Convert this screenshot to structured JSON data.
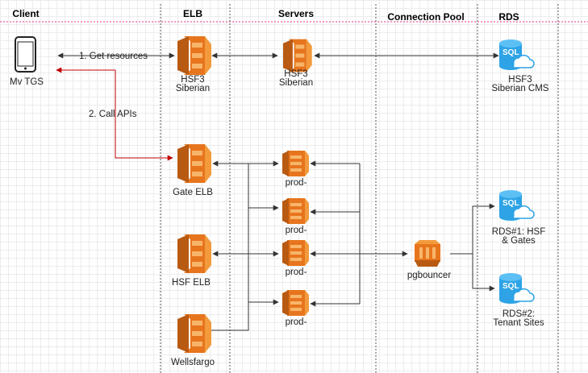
{
  "colors": {
    "elb_orange": "#e7751d",
    "elb_light": "#f4a74e",
    "rds_blue": "#2ea3e6",
    "call_red": "#c00000",
    "header_line": "#e83a8a"
  },
  "headers": {
    "client": "Client",
    "elb": "ELB",
    "servers": "Servers",
    "pool": "Connection Pool",
    "rds": "RDS"
  },
  "client": {
    "label": "Mv TGS",
    "icon": "phone-icon"
  },
  "arrows": {
    "get_resources": "1. Get resources",
    "call_apis": "2. Call APIs"
  },
  "elb": {
    "hsf3": [
      "HSF3",
      "Siberian"
    ],
    "gate": "Gate ELB",
    "hsf": "HSF ELB",
    "wellsfargo": "Wellsfargo"
  },
  "servers": {
    "hsf3": [
      "HSF3",
      "Siberian"
    ],
    "prod1": "prod-",
    "prod2": "prod-",
    "prod3": "prod-",
    "prod4": "prod-"
  },
  "pool": {
    "label": "pgbouncer"
  },
  "rds": {
    "sql_text": "SQL",
    "cms": [
      "HSF3",
      "Siberian CMS"
    ],
    "rds1": [
      "RDS#1: HSF",
      "& Gates"
    ],
    "rds2": [
      "RDS#2:",
      "Tenant Sites"
    ]
  }
}
